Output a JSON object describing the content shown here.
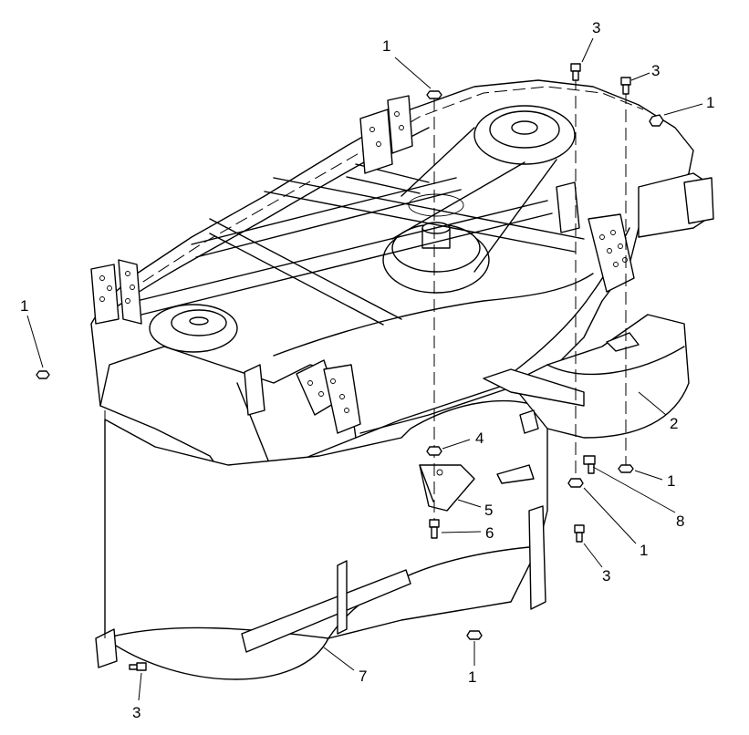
{
  "callouts": [
    {
      "id": "c1a",
      "label": "1"
    },
    {
      "id": "c3a",
      "label": "3"
    },
    {
      "id": "c3b",
      "label": "3"
    },
    {
      "id": "c1b",
      "label": "1"
    },
    {
      "id": "c1c",
      "label": "1"
    },
    {
      "id": "c2",
      "label": "2"
    },
    {
      "id": "c4",
      "label": "4"
    },
    {
      "id": "c5",
      "label": "5"
    },
    {
      "id": "c6",
      "label": "6"
    },
    {
      "id": "c1d",
      "label": "1"
    },
    {
      "id": "c8",
      "label": "8"
    },
    {
      "id": "c1e",
      "label": "1"
    },
    {
      "id": "c3c",
      "label": "3"
    },
    {
      "id": "c7",
      "label": "7"
    },
    {
      "id": "c1f",
      "label": "1"
    },
    {
      "id": "c3d",
      "label": "3"
    }
  ]
}
